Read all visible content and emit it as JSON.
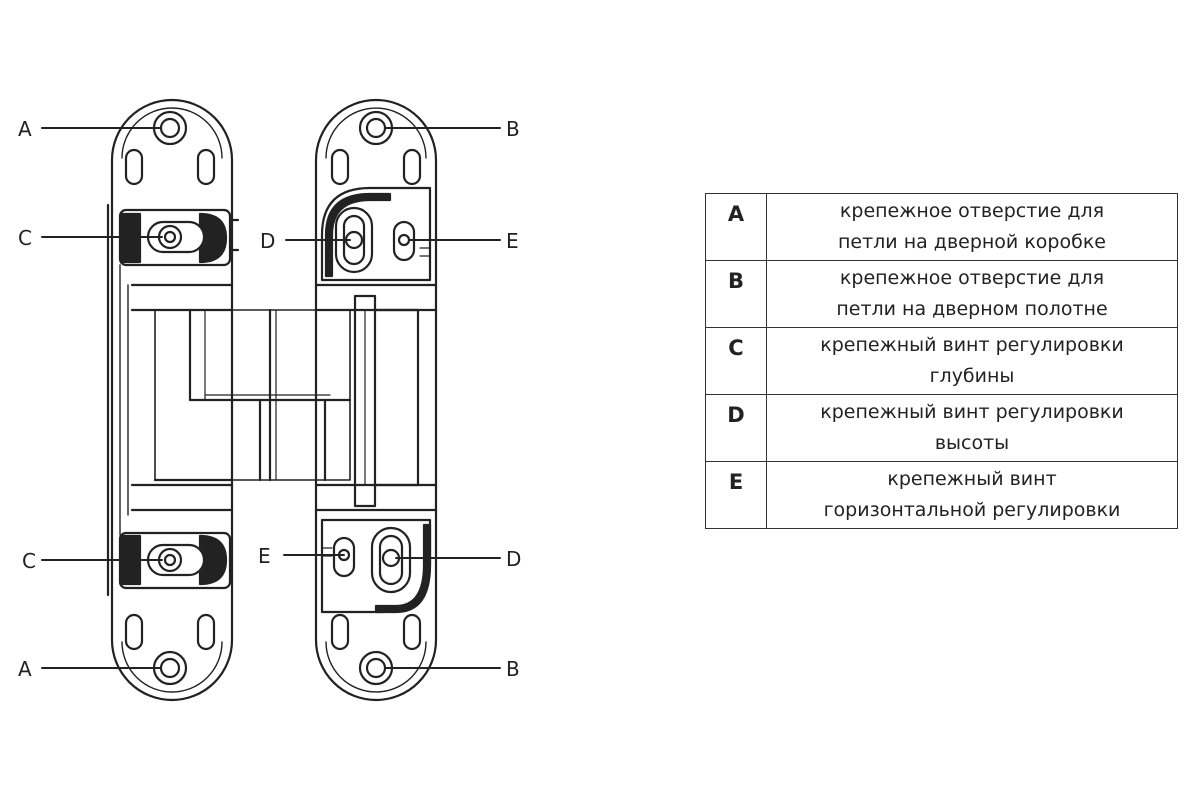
{
  "labels": {
    "A": "A",
    "B": "B",
    "C": "C",
    "D": "D",
    "E": "E"
  },
  "legend": {
    "rows": [
      {
        "key": "A",
        "line1": "крепежное отверстие для",
        "line2": "петли на дверной коробке"
      },
      {
        "key": "B",
        "line1": "крепежное отверстие для",
        "line2": "петли на дверном полотне"
      },
      {
        "key": "C",
        "line1": "крепежный винт регулировки",
        "line2": "глубины"
      },
      {
        "key": "D",
        "line1": "крепежный винт регулировки",
        "line2": "высоты"
      },
      {
        "key": "E",
        "line1": "крепежный винт",
        "line2": "горизонтальной регулировки"
      }
    ]
  },
  "colors": {
    "line": "#222222",
    "background": "#ffffff"
  }
}
